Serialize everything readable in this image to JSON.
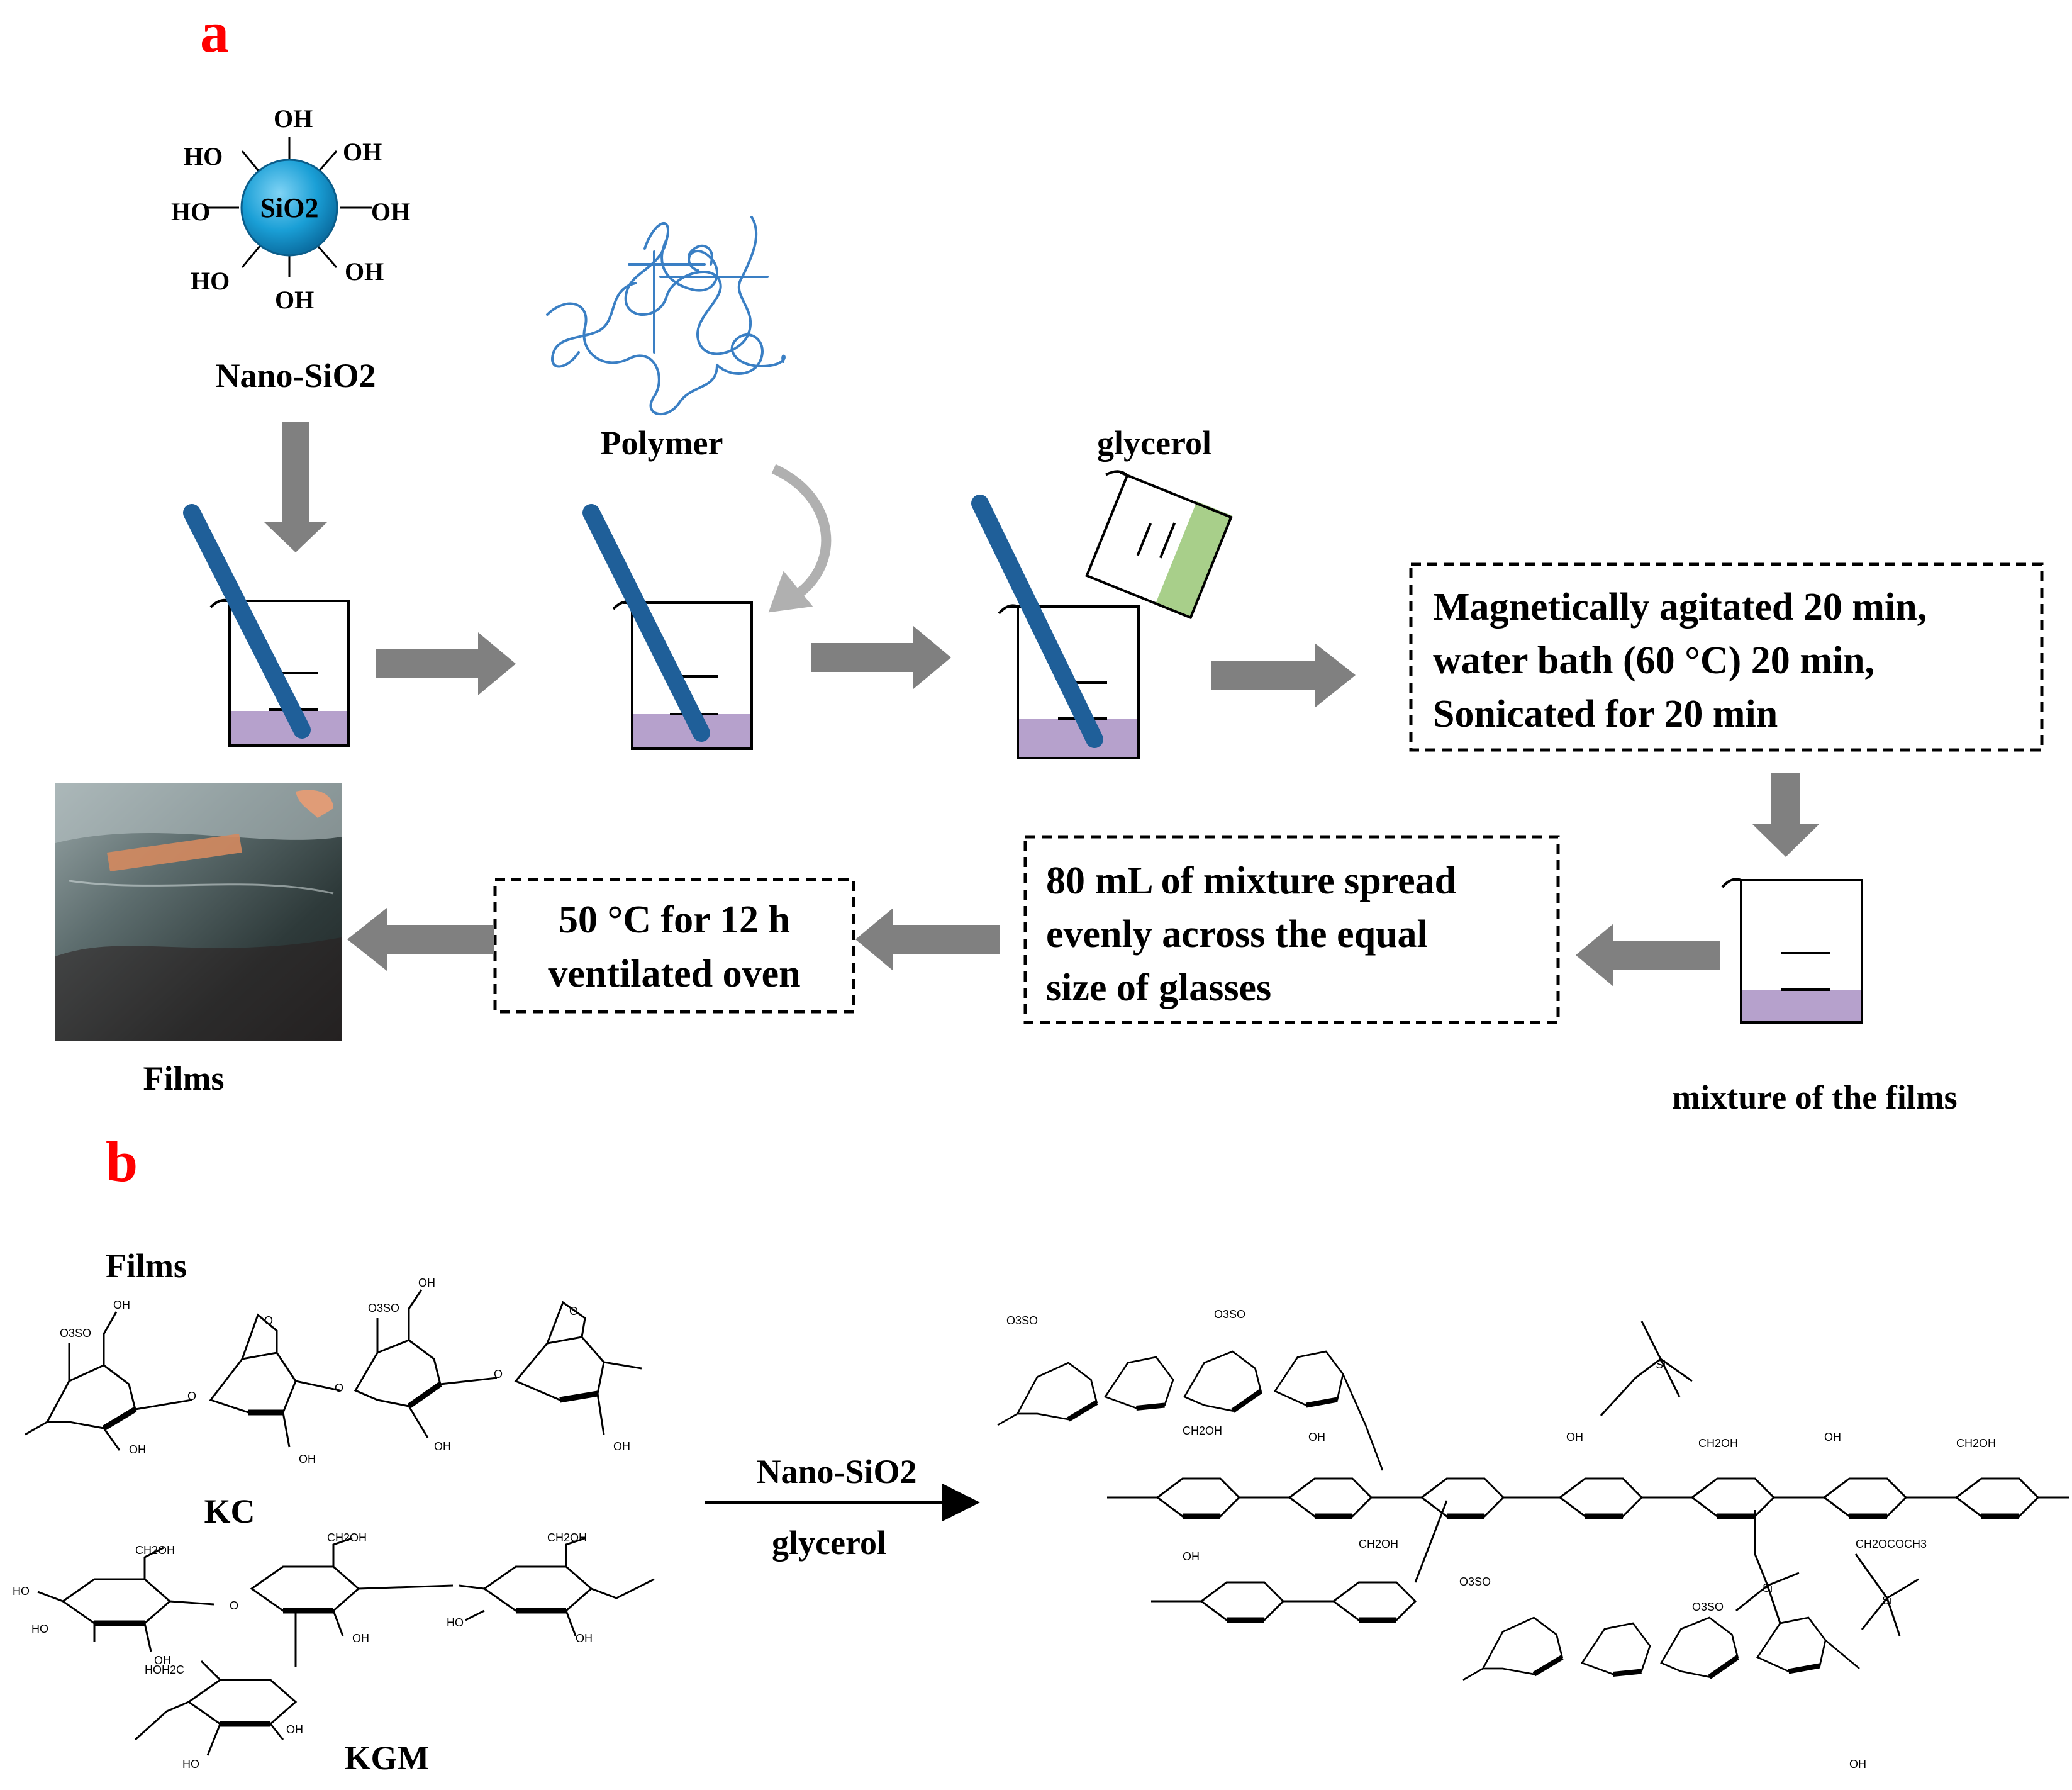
{
  "panels": {
    "a": "a",
    "b": "b"
  },
  "nano_sio2": {
    "core": "SiO2",
    "label": "Nano-SiO2",
    "groups": [
      "OH",
      "OH",
      "OH",
      "OH",
      "OH",
      "HO",
      "HO",
      "HO"
    ]
  },
  "polymer_label": "Polymer",
  "glycerol_label": "glycerol",
  "process_box": [
    "Magnetically  agitated 20 min,",
    "water bath (60 °C) 20 min,",
    "Sonicated for 20 min"
  ],
  "mixture_label": "mixture of  the films",
  "spread_box": [
    "80 mL of mixture  spread",
    "evenly across the equal",
    "size  of glasses"
  ],
  "oven_box": [
    "50 °C for 12 h",
    "ventilated  oven"
  ],
  "films_label": "Films",
  "panel_b": {
    "films_heading": "Films",
    "kc_label": "KC",
    "kgm_label": "KGM",
    "reagent_top": "Nano-SiO2",
    "reagent_bottom": "glycerol",
    "chem_labels": {
      "oh": "OH",
      "ho": "HO",
      "ch2oh": "CH2OH",
      "o3so": "O3SO",
      "hoh2c": "HOH2C",
      "ch2ococh3": "CH2OCOCH3",
      "si": "Si",
      "o": "O"
    }
  },
  "colors": {
    "panel_letter": "#ff0000",
    "arrow": "#808080",
    "rod": "#1f5f99",
    "liquid": "#b6a1cc",
    "glycerol": "#a8cf8a",
    "sphere": "#1a9fd6",
    "polymer": "#3a7fc4"
  }
}
